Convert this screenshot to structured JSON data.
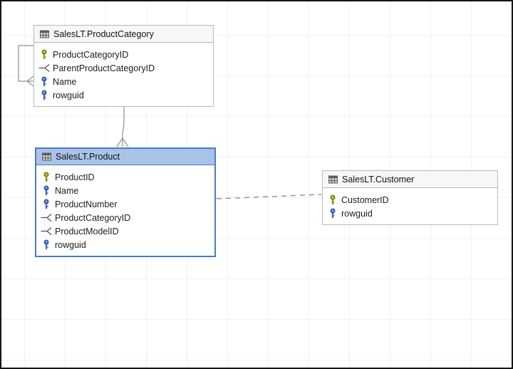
{
  "diagram": {
    "tables": [
      {
        "name": "SalesLT.ProductCategory",
        "selected": false,
        "columns": [
          {
            "name": "ProductCategoryID",
            "icon": "primary-key"
          },
          {
            "name": "ParentProductCategoryID",
            "icon": "foreign-key"
          },
          {
            "name": "Name",
            "icon": "key"
          },
          {
            "name": "rowguid",
            "icon": "key"
          }
        ]
      },
      {
        "name": "SalesLT.Product",
        "selected": true,
        "columns": [
          {
            "name": "ProductID",
            "icon": "primary-key"
          },
          {
            "name": "Name",
            "icon": "key"
          },
          {
            "name": "ProductNumber",
            "icon": "key"
          },
          {
            "name": "ProductCategoryID",
            "icon": "foreign-key"
          },
          {
            "name": "ProductModelID",
            "icon": "foreign-key"
          },
          {
            "name": "rowguid",
            "icon": "key"
          }
        ]
      },
      {
        "name": "SalesLT.Customer",
        "selected": false,
        "columns": [
          {
            "name": "CustomerID",
            "icon": "primary-key"
          },
          {
            "name": "rowguid",
            "icon": "key"
          }
        ]
      }
    ],
    "relationships": [
      {
        "from": "SalesLT.ProductCategory",
        "to": "SalesLT.ProductCategory",
        "kind": "self-reference",
        "line": "solid",
        "end": "crow-foot"
      },
      {
        "from": "SalesLT.ProductCategory",
        "to": "SalesLT.Product",
        "kind": "one-to-many",
        "line": "solid",
        "end": "crow-foot"
      },
      {
        "from": "SalesLT.Product",
        "to": "SalesLT.Customer",
        "kind": "association",
        "line": "dashed",
        "end": "none"
      }
    ],
    "colors": {
      "selected_border": "#4a7dc0",
      "selected_header": "#a9c3e8",
      "table_border": "#b9b9b9",
      "table_header": "#f7f7f7",
      "primary_key_icon": "#a9a41c",
      "column_key_icon": "#4273c8",
      "foreign_key_icon": "#4d4d4d",
      "connector": "#8f8f8f",
      "grid_line": "#f1f1f1"
    }
  }
}
